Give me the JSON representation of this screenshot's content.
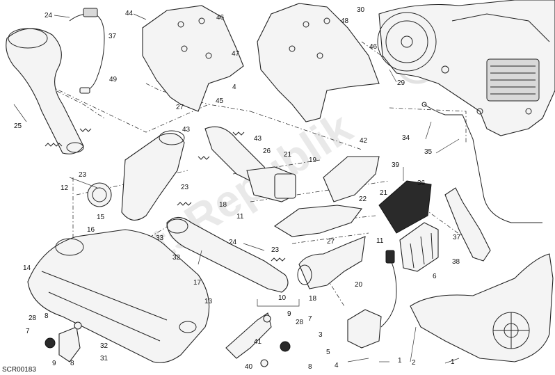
{
  "diagram": {
    "drawing_code": "SCR00183",
    "watermark": "PartsRepublik",
    "callouts": [
      {
        "label": "24"
      },
      {
        "label": "44"
      },
      {
        "label": "46"
      },
      {
        "label": "37"
      },
      {
        "label": "47"
      },
      {
        "label": "49"
      },
      {
        "label": "27"
      },
      {
        "label": "30"
      },
      {
        "label": "48"
      },
      {
        "label": "46"
      },
      {
        "label": "4"
      },
      {
        "label": "45"
      },
      {
        "label": "29"
      },
      {
        "label": "25"
      },
      {
        "label": "23"
      },
      {
        "label": "43"
      },
      {
        "label": "43"
      },
      {
        "label": "26"
      },
      {
        "label": "21"
      },
      {
        "label": "19"
      },
      {
        "label": "42"
      },
      {
        "label": "34"
      },
      {
        "label": "35"
      },
      {
        "label": "12"
      },
      {
        "label": "23"
      },
      {
        "label": "18"
      },
      {
        "label": "11"
      },
      {
        "label": "39"
      },
      {
        "label": "36"
      },
      {
        "label": "21"
      },
      {
        "label": "22"
      },
      {
        "label": "15"
      },
      {
        "label": "16"
      },
      {
        "label": "33"
      },
      {
        "label": "24"
      },
      {
        "label": "23"
      },
      {
        "label": "27"
      },
      {
        "label": "11"
      },
      {
        "label": "37"
      },
      {
        "label": "38"
      },
      {
        "label": "14"
      },
      {
        "label": "32"
      },
      {
        "label": "17"
      },
      {
        "label": "20"
      },
      {
        "label": "6"
      },
      {
        "label": "18"
      },
      {
        "label": "13"
      },
      {
        "label": "10"
      },
      {
        "label": "9"
      },
      {
        "label": "28"
      },
      {
        "label": "7"
      },
      {
        "label": "8"
      },
      {
        "label": "3"
      },
      {
        "label": "28"
      },
      {
        "label": "7"
      },
      {
        "label": "8"
      },
      {
        "label": "32"
      },
      {
        "label": "41"
      },
      {
        "label": "5"
      },
      {
        "label": "31"
      },
      {
        "label": "9"
      },
      {
        "label": "40"
      },
      {
        "label": "8"
      },
      {
        "label": "4"
      },
      {
        "label": "1"
      },
      {
        "label": "2"
      },
      {
        "label": "1"
      }
    ]
  }
}
